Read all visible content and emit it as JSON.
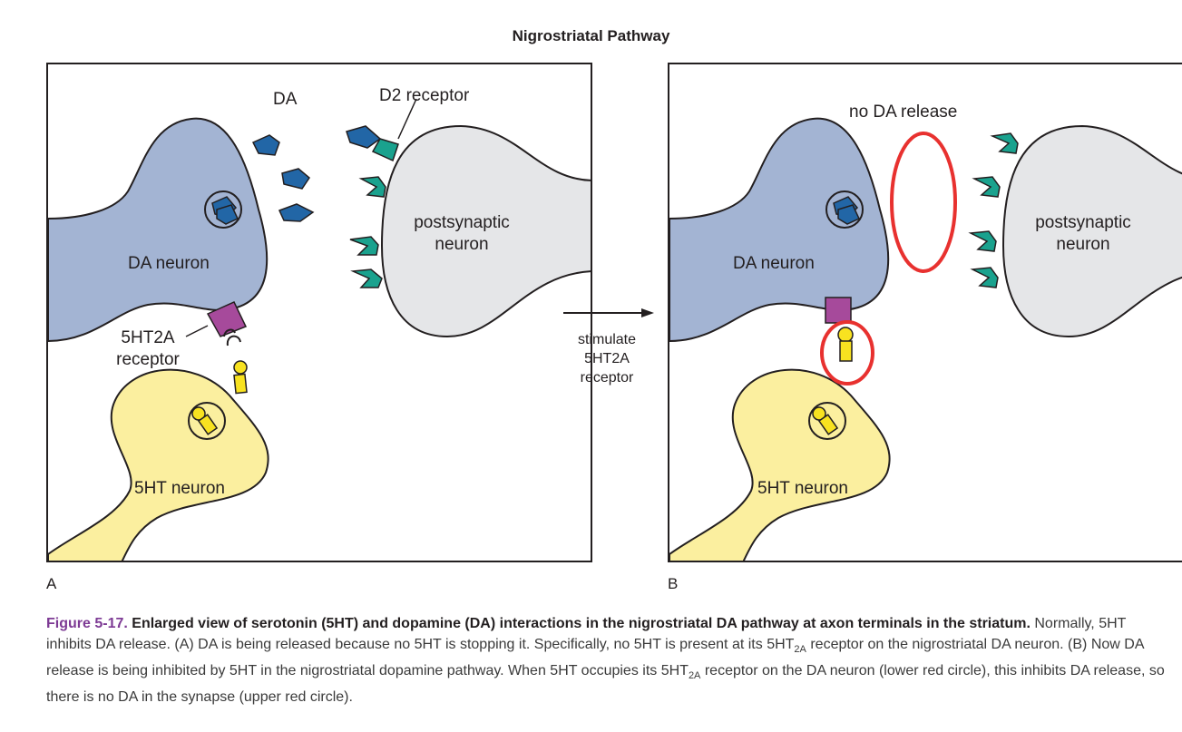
{
  "title": "Nigrostriatal Pathway",
  "panel_a": {
    "letter": "A",
    "labels": {
      "da": "DA",
      "d2_receptor": "D2 receptor",
      "postsynaptic": "postsynaptic\nneuron",
      "da_neuron": "DA neuron",
      "receptor_5ht2a": "5HT2A\nreceptor",
      "ht_neuron": "5HT neuron"
    }
  },
  "panel_b": {
    "letter": "B",
    "labels": {
      "no_da_release": "no DA release",
      "postsynaptic": "postsynaptic\nneuron",
      "da_neuron": "DA neuron",
      "ht_neuron": "5HT neuron"
    }
  },
  "transition": {
    "label": "stimulate\n5HT2A\nreceptor"
  },
  "caption": {
    "figure_number": "Figure 5-17.",
    "bold_text": "Enlarged view of serotonin (5HT) and dopamine (DA) interactions in the nigrostriatal DA pathway at axon terminals in the striatum.",
    "line1": "Normally, 5HT inhibits DA release. (A) DA is being released because no 5HT is stopping it. Specifically, no 5HT is present",
    "line2a": "at its 5HT",
    "line2_sub": "2A",
    "line2b": " receptor on the nigrostriatal DA neuron. (B) Now DA release is being inhibited by 5HT in the nigrostriatal dopamine pathway.",
    "line3a": "When 5HT occupies its 5HT",
    "line3_sub": "2A",
    "line3b": " receptor on the DA neuron (lower red circle), this inhibits DA release, so there is no DA in the synapse",
    "line4": "(upper red circle)."
  },
  "colors": {
    "da_neuron": "#a3b4d3",
    "postsynaptic": "#e5e6e8",
    "ht_neuron": "#fbef9f",
    "dopamine": "#2266a6",
    "d2_receptor": "#1aa28e",
    "receptor_5ht2a": "#a64a9b",
    "serotonin": "#f8e220",
    "highlight": "#e8312f"
  }
}
